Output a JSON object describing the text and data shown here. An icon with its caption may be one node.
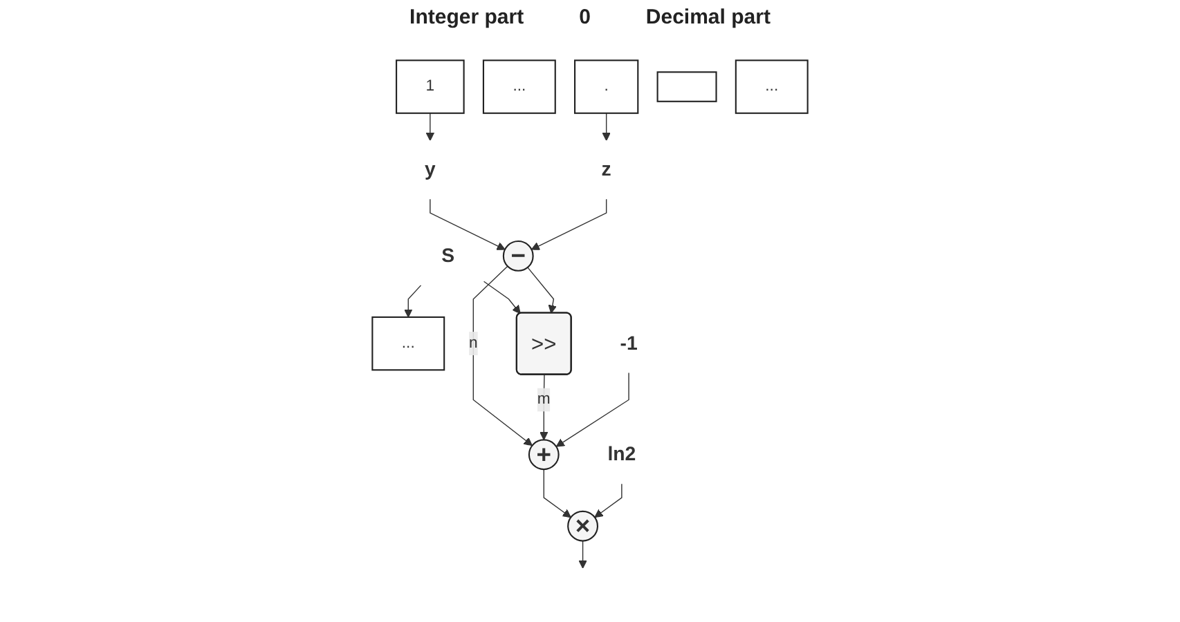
{
  "diagram": {
    "nodes": [
      {
        "text": [
          "S"
        ]
      },
      {
        "text": [
          "..."
        ]
      },
      {
        "text": [
          "1"
        ]
      },
      {
        "text": [
          "..."
        ]
      },
      {
        "text": [
          "."
        ]
      },
      {
        "text": [],
        "shape": "box"
      },
      {
        "text": [
          "..."
        ]
      },
      {
        "text": [
          "y"
        ]
      },
      {
        "text": [
          "z"
        ]
      },
      {
        "text": [
          "−"
        ]
      },
      {
        "text": [
          ">>"
        ]
      },
      {
        "text": [
          "-1"
        ]
      },
      {
        "text": [
          "+"
        ]
      },
      {
        "text": [
          "ln2"
        ]
      },
      {
        "text": [
          "×"
        ]
      }
    ],
    "edges": [
      {
        "from": 0,
        "to": 1,
        "arrow": "to"
      },
      {
        "from": 0,
        "to": 10,
        "arrow": "to"
      },
      {
        "from": 2,
        "to": 7,
        "arrow": "to"
      },
      {
        "from": 4,
        "to": 8,
        "arrow": "to"
      },
      {
        "from": 7,
        "to": 9,
        "arrow": "to"
      },
      {
        "from": 8,
        "to": 9,
        "arrow": "to"
      },
      {
        "from": 9,
        "to": 12,
        "label": "n",
        "arrow": "to"
      },
      {
        "from": 9,
        "to": 10,
        "arrow": "to"
      },
      {
        "from": 10,
        "to": 12,
        "label": "m",
        "arrow": "to"
      },
      {
        "from": 11,
        "to": 12,
        "arrow": "to"
      },
      {
        "from": 12,
        "to": 14,
        "arrow": "to"
      },
      {
        "from": 13,
        "to": 14,
        "arrow": "to"
      },
      {
        "from": 14,
        "to": null,
        "arrow": "to"
      }
    ],
    "labels": [
      "Integer part",
      "0",
      "Decimal part"
    ]
  }
}
